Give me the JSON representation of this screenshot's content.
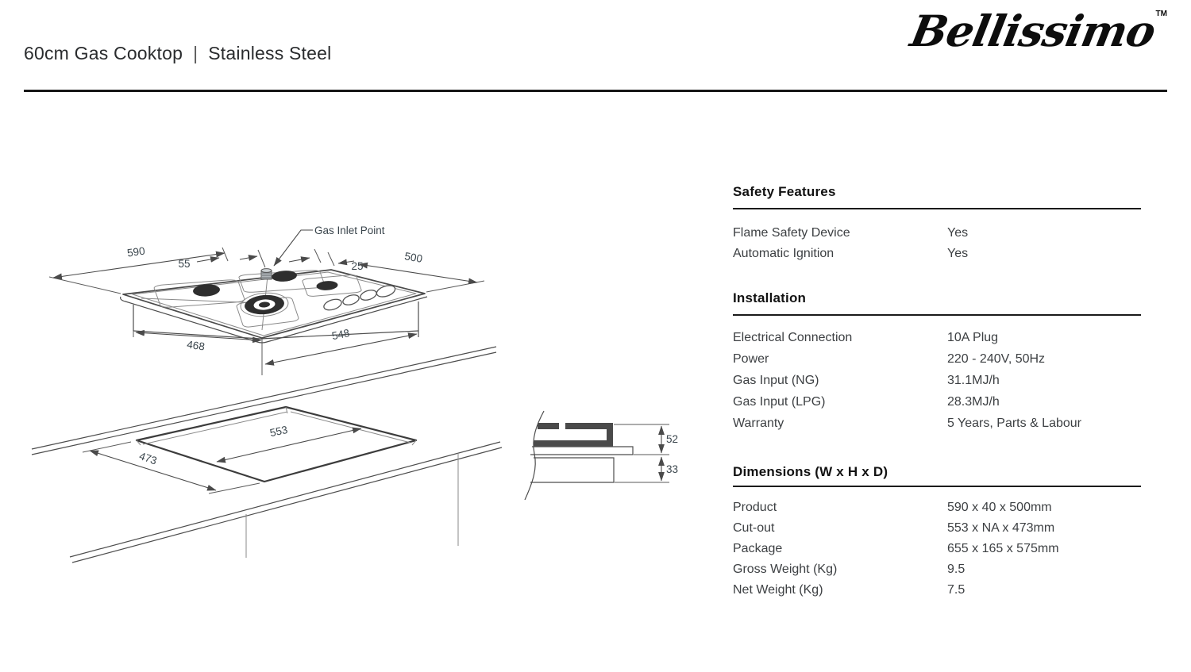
{
  "header": {
    "title": {
      "product": "60cm Gas Cooktop",
      "separator": "|",
      "finish": "Stainless Steel"
    },
    "brand": {
      "name": "Bellissimo",
      "trademark": "TM"
    }
  },
  "diagram": {
    "gas_inlet_label": "Gas Inlet Point",
    "labels": {
      "product_width": "590",
      "inlet_offset_left": "55",
      "inlet_offset_right": "25",
      "product_depth": "500",
      "base_width": "468",
      "base_depth": "548",
      "cutout_width": "553",
      "cutout_depth": "473",
      "height_above_bench": "52",
      "height_below_bench": "33"
    }
  },
  "specs": {
    "sections": [
      {
        "title": "Safety Features",
        "rows": [
          {
            "label": "Flame Safety Device",
            "value": "Yes"
          },
          {
            "label": "Automatic Ignition",
            "value": "Yes"
          }
        ]
      },
      {
        "title": "Installation",
        "rows": [
          {
            "label": "Electrical Connection",
            "value": "10A Plug"
          },
          {
            "label": "Power",
            "value": "220 - 240V, 50Hz"
          },
          {
            "label": "Gas Input (NG)",
            "value": "31.1MJ/h"
          },
          {
            "label": "Gas Input (LPG)",
            "value": "28.3MJ/h"
          },
          {
            "label": "Warranty",
            "value": "5 Years, Parts & Labour"
          }
        ]
      },
      {
        "title": "Dimensions (W x H x D)",
        "rows": [
          {
            "label": "Product",
            "value": "590 x 40 x 500mm"
          },
          {
            "label": "Cut-out",
            "value": "553 x NA x 473mm"
          },
          {
            "label": "Package",
            "value": "655 x 165 x 575mm"
          },
          {
            "label": "Gross Weight (Kg)",
            "value": "9.5"
          },
          {
            "label": "Net Weight (Kg)",
            "value": "7.5"
          }
        ]
      }
    ]
  }
}
